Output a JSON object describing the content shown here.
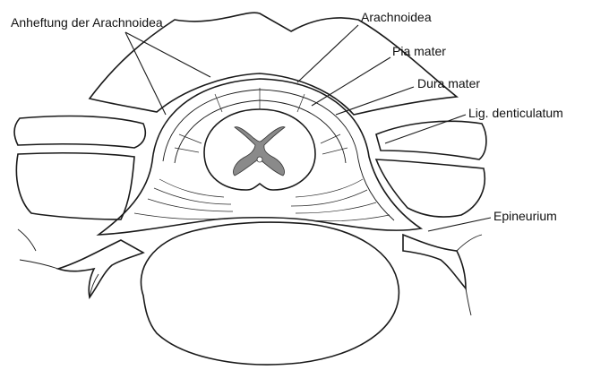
{
  "labels": {
    "anheftung": "Anheftung der Arachnoidea",
    "arachnoidea": "Arachnoidea",
    "pia_mater": "Pia mater",
    "dura_mater": "Dura mater",
    "lig_denticulatum": "Lig. denticulatum",
    "epineurium": "Epineurium"
  }
}
